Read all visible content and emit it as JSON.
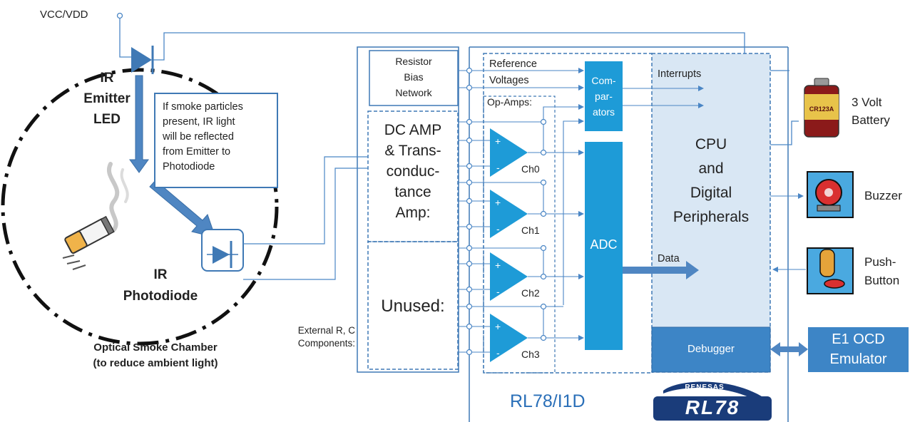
{
  "supply_label": "VCC/VDD",
  "chamber": {
    "emitter_label": "IR\nEmitter\nLED",
    "photodiode_label": "IR\nPhotodiode",
    "note": "If smoke particles\npresent, IR light\nwill be reflected\nfrom Emitter to\nPhotodiode",
    "caption": "Optical Smoke Chamber\n(to reduce ambient light)"
  },
  "external_components_label": "External R, C\nComponents:",
  "mcu": {
    "resistor_bias": "Resistor\nBias\nNetwork",
    "reference_voltages": "Reference\nVoltages",
    "op_amps_label": "Op-Amps:",
    "dc_amp_block": "DC AMP\n& Trans-\nconduc-\ntance\nAmp:",
    "unused_block": "Unused:",
    "channels": [
      "Ch0",
      "Ch1",
      "Ch2",
      "Ch3"
    ],
    "comparators": "Com-\npar-\nators",
    "adc": "ADC",
    "interrupts": "Interrupts",
    "data": "Data",
    "cpu": "CPU\nand\nDigital\nPeripherals",
    "debugger": "Debugger",
    "chip_name": "RL78/I1D"
  },
  "peripherals": {
    "battery": "3 Volt\nBattery",
    "buzzer": "Buzzer",
    "push_button": "Push-\nButton",
    "emulator": "E1 OCD\nEmulator"
  },
  "logo": {
    "brand": "RENESAS",
    "product": "RL78"
  },
  "colors": {
    "accent_blue": "#1e9bd7",
    "light_blue_fill": "#d9e7f4",
    "line_blue": "#4a86c5",
    "chip_text": "#2a6fb8",
    "debugger_fill": "#3d85c6"
  }
}
